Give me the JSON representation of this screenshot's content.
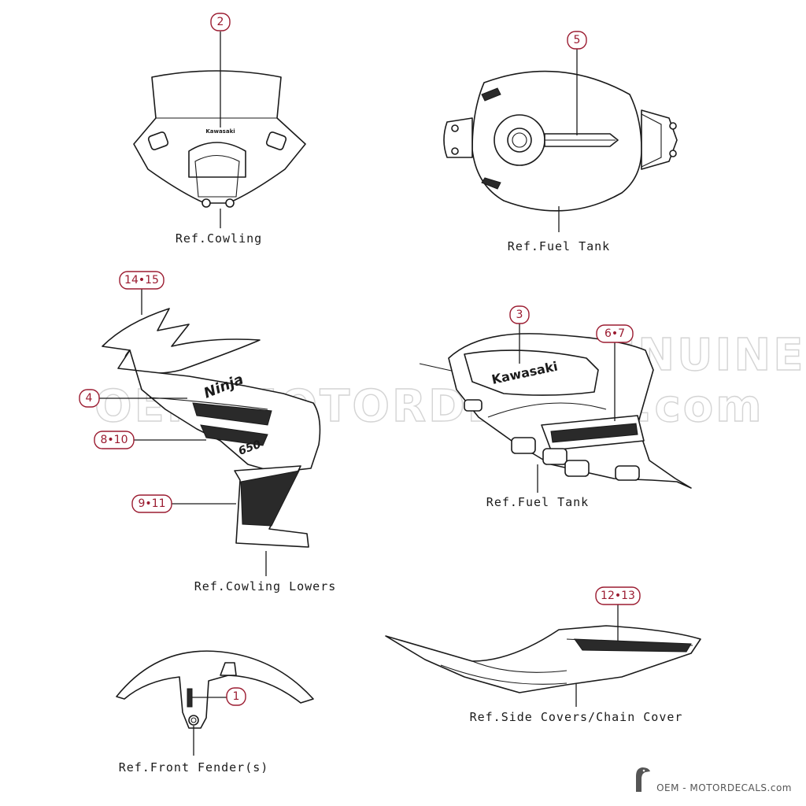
{
  "colors": {
    "callout": "#9b1b30",
    "line": "#1a1a1a",
    "watermark": "#d4d4d4"
  },
  "callouts": {
    "c2": "2",
    "c5": "5",
    "c14_15": "14•15",
    "c3": "3",
    "c6_7": "6•7",
    "c4": "4",
    "c8_10": "8•10",
    "c9_11": "9•11",
    "c12_13": "12•13",
    "c1": "1"
  },
  "refs": {
    "cowling": "Ref.Cowling",
    "fuel_tank_top": "Ref.Fuel Tank",
    "fuel_tank_side": "Ref.Fuel Tank",
    "cowling_lowers": "Ref.Cowling Lowers",
    "side_covers": "Ref.Side Covers/Chain Cover",
    "front_fender": "Ref.Front Fender(s)"
  },
  "decals": {
    "cowling_brand": "Kawasaki",
    "tank_brand": "Kawasaki",
    "ninja": "Ninja",
    "model": "650"
  },
  "watermark": {
    "line1": "GENUINE",
    "line2": "OEM-MOTORDECALS.com"
  },
  "footer": {
    "site": "OEM - MOTORDECALS.com",
    "logo_icon": "bird-logo-icon"
  }
}
